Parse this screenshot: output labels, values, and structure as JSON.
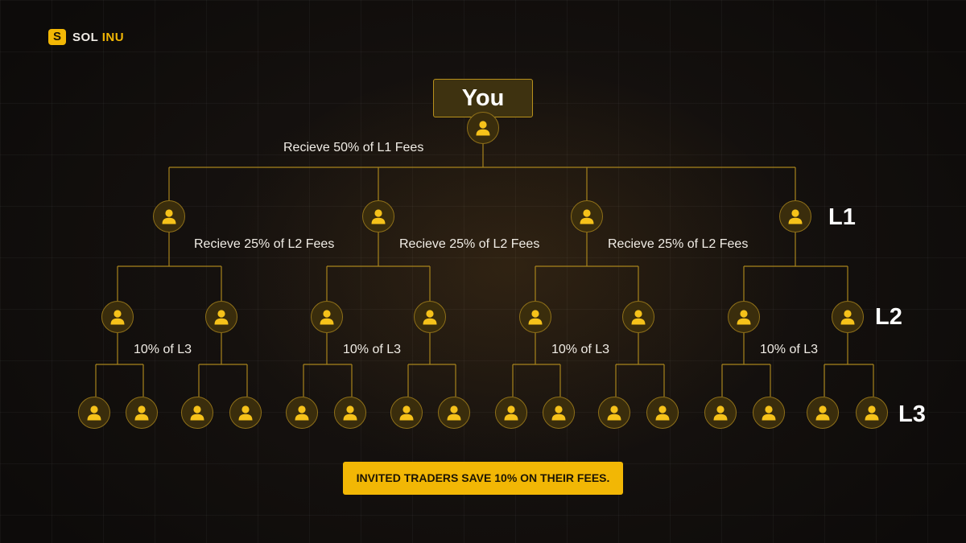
{
  "brand": {
    "mark": "S",
    "name_part1": "SOL",
    "name_part2": "INU",
    "accent_color": "#f2b705"
  },
  "diagram": {
    "root_label": "You",
    "root_caption": "Recieve 50% of L1 Fees",
    "l1_caption": "Recieve 25% of L2 Fees",
    "l2_caption": "10% of L3",
    "level_labels": [
      "L1",
      "L2",
      "L3"
    ],
    "node_icon": "user-icon",
    "line_color": "#a8841c",
    "node_fill": "#3a2d0c"
  },
  "banner": {
    "text": "INVITED TRADERS SAVE 10% ON THEIR FEES."
  }
}
